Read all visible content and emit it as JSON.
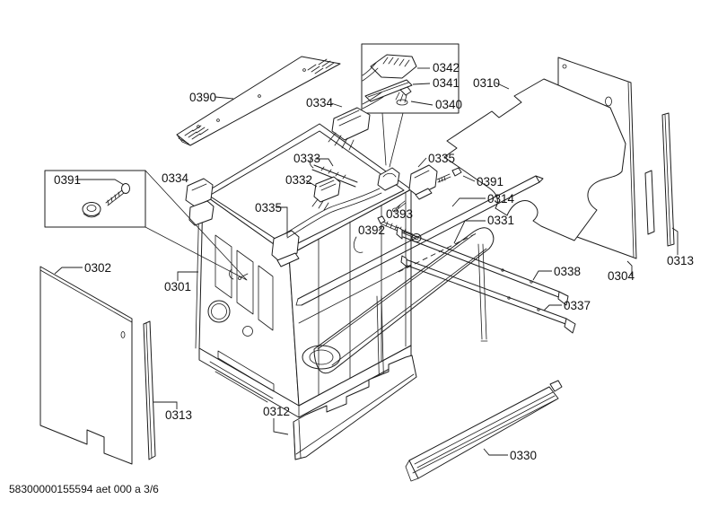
{
  "diagram": {
    "type": "exploded-parts-diagram",
    "footer": "58300000155594 aet 000 a 3/6",
    "colors": {
      "line": "#1c1c1c",
      "background": "#ffffff"
    },
    "parts": {
      "0301": "0301",
      "0302": "0302",
      "0304": "0304",
      "0310": "0310",
      "0312": "0312",
      "0313": "0313",
      "0314": "0314",
      "0330": "0330",
      "0331": "0331",
      "0332": "0332",
      "0333": "0333",
      "0334": "0334",
      "0335": "0335",
      "0337": "0337",
      "0338": "0338",
      "0340": "0340",
      "0341": "0341",
      "0342": "0342",
      "0390": "0390",
      "0391": "0391",
      "0392": "0392",
      "0393": "0393"
    }
  }
}
